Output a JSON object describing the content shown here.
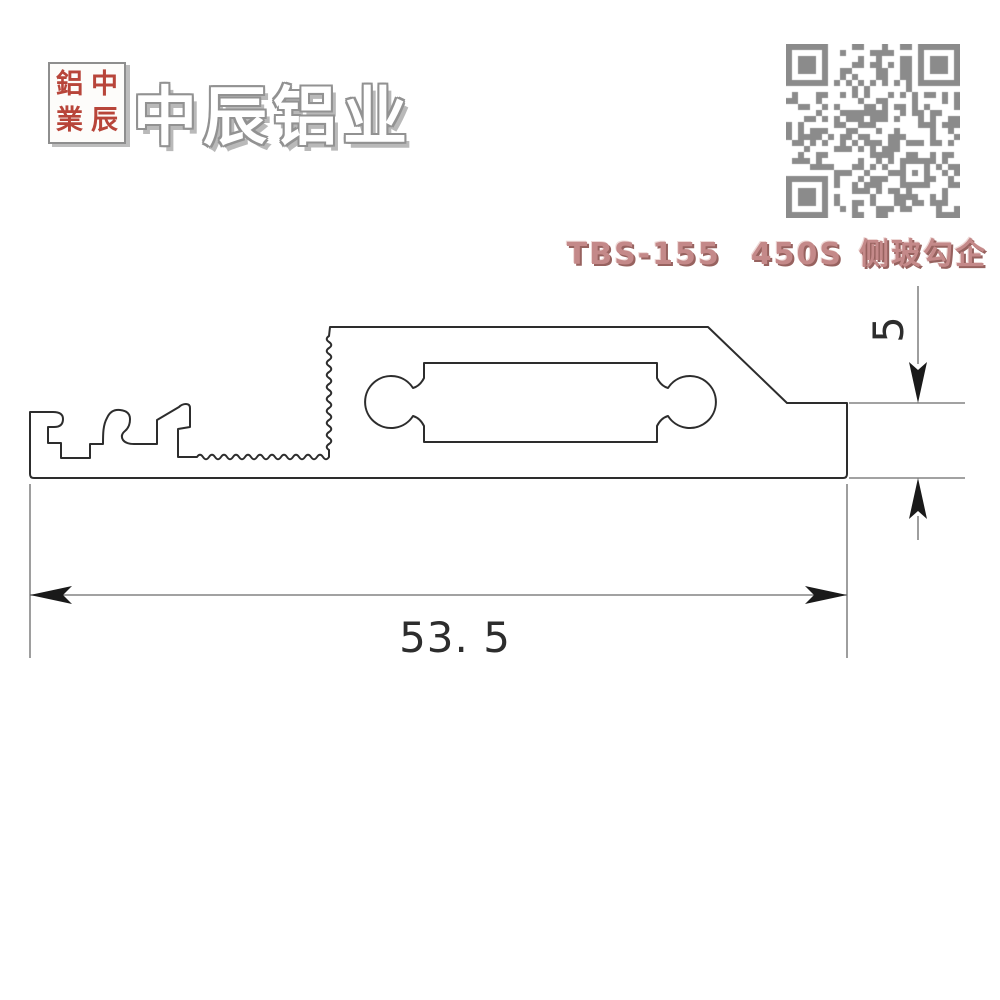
{
  "header": {
    "company_name": "中辰铝业",
    "seal": {
      "chars": [
        "鋁",
        "中",
        "業",
        "辰"
      ],
      "color": "#b8453a"
    }
  },
  "qr": {
    "label": "qr-code",
    "color": "#8b8b8b"
  },
  "product": {
    "model": "TBS-155",
    "series": "450S",
    "name": "侧玻勾企",
    "color": "#c48989"
  },
  "drawing": {
    "type": "technical-cross-section-profile",
    "width_dim": "53. 5",
    "thickness_dim": "5",
    "line_color": "#2d2d2d",
    "dim_color": "#6a6a6a"
  }
}
